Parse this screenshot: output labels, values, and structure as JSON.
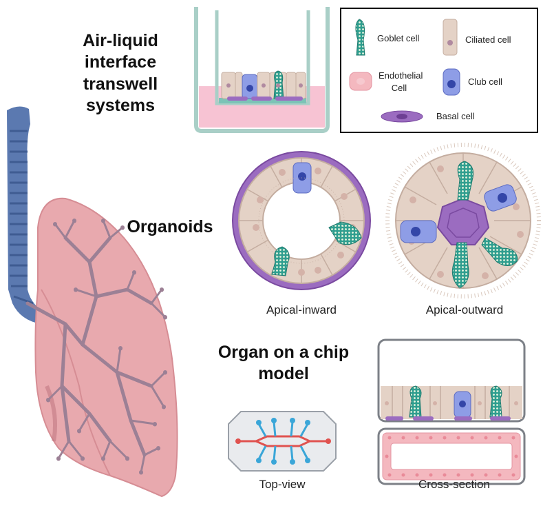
{
  "sections": {
    "ali_title": "Air-liquid interface transwell systems",
    "organoids_title": "Organoids",
    "chip_title": "Organ on a chip model"
  },
  "captions": {
    "apical_inward": "Apical-inward",
    "apical_outward": "Apical-outward",
    "top_view": "Top-view",
    "cross_section": "Cross-section"
  },
  "legend": {
    "goblet": "Goblet cell",
    "ciliated": "Ciliated cell",
    "endothelial": "Endothelial Cell",
    "club": "Club cell",
    "basal": "Basal cell"
  },
  "colors": {
    "goblet": "#2f9e8f",
    "ciliated": "#e4d2c6",
    "endothelial": "#f4b8bf",
    "club": "#8e9de6",
    "basal": "#9b6cc0",
    "lung": "#e8a9ae",
    "airway": "#5b79b0",
    "medium": "#f7c3d3"
  }
}
